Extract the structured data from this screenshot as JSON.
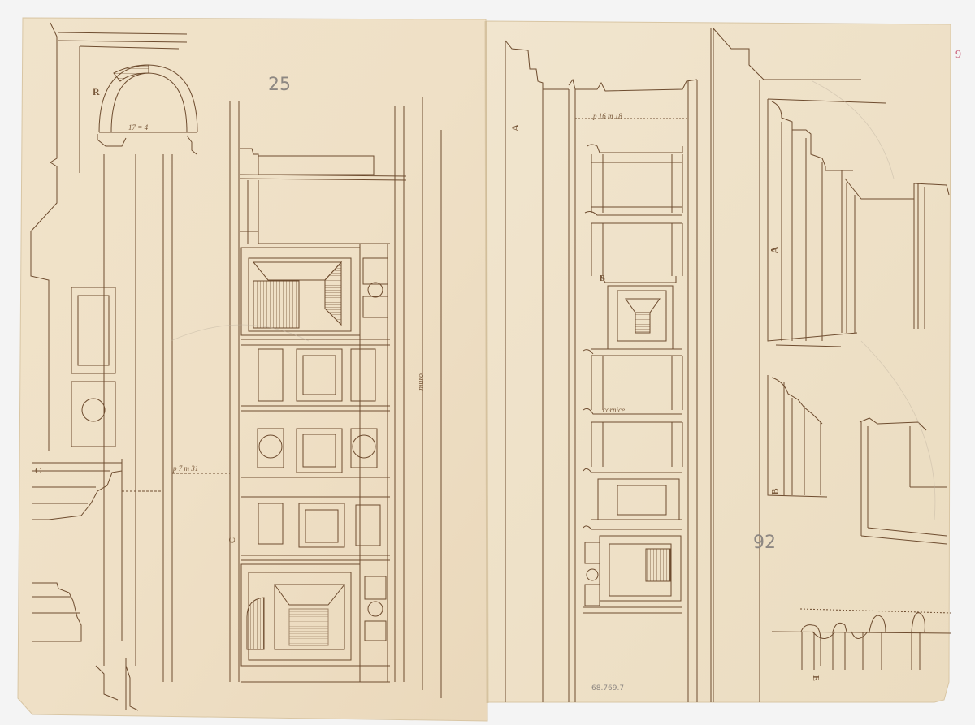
{
  "image": {
    "description": "Renaissance architectural drawing in brown ink on aged paper, two joined sheets showing wall elevations with pilasters, panels, niches, arch and cornice profiles with measurements",
    "paper_color": "#efe1c8",
    "ink_color": "#6e4c2f",
    "background_color": "#f4f4f4"
  },
  "annotations": {
    "folio_left": "25",
    "folio_right_pencil": "92",
    "red_number": "9",
    "accession_number": "68.769.7",
    "letter_R": "R",
    "letter_A_left": "A",
    "letter_A_right": "A",
    "letter_B_mid": "B",
    "letter_B_right": "B",
    "letter_C_left": "C",
    "letter_C_mid": "C",
    "letter_E": "E",
    "arch_measure": "17 = 4",
    "frieze_measure": "p 16 m 18",
    "vertical_label": "muro",
    "cornice_label": "cornice",
    "plinth_label": "p 7 m 31"
  }
}
